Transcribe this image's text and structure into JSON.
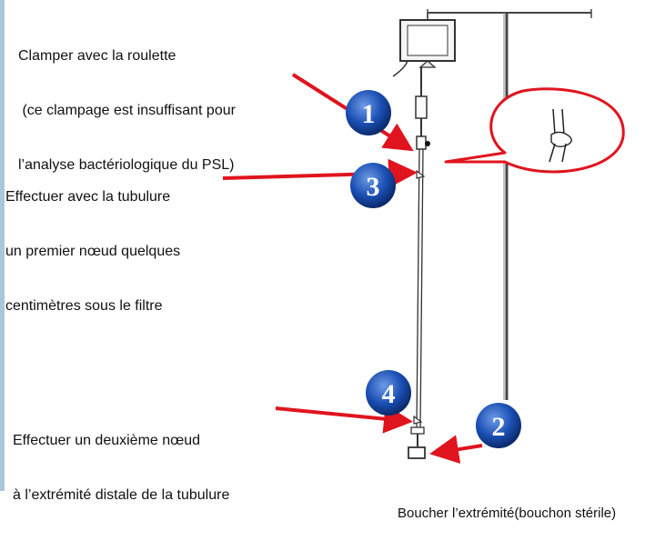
{
  "annotations": [
    {
      "id": "1",
      "lines": [
        "Clamper avec la roulette",
        " (ce clampage est insuffisant pour",
        "l’analyse bactériologique du PSL)"
      ]
    },
    {
      "id": "3",
      "lines": [
        "Effectuer avec la tubulure",
        "un premier nœud quelques",
        "centimètres sous le filtre"
      ]
    },
    {
      "id": "4",
      "lines": [
        "Effectuer un deuxième nœud",
        "à l’extrémité distale de la tubulure"
      ]
    },
    {
      "id": "2",
      "lines": [
        "Boucher l’extrémité(bouchon stérile)"
      ]
    }
  ],
  "markers": [
    "1",
    "3",
    "4",
    "2"
  ],
  "colors": {
    "arrow": "#e0141e",
    "marker": "#1a4fb3",
    "frame": "#a9c7d9"
  }
}
